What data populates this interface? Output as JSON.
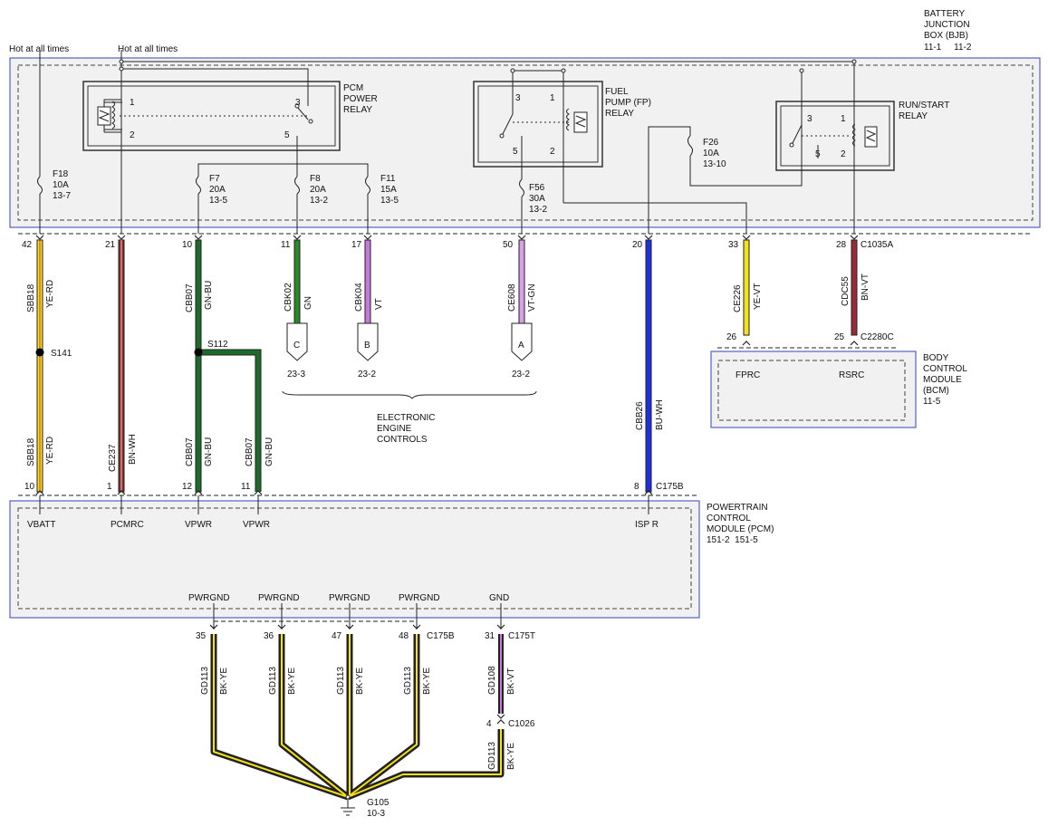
{
  "header": {
    "hot_left": "Hot at all times",
    "hot_right": "Hot at all times"
  },
  "bjb": {
    "title": [
      "BATTERY",
      "JUNCTION",
      "BOX (BJB)"
    ],
    "refs": "11-1     11-2"
  },
  "relays": {
    "pcm": {
      "title": [
        "PCM",
        "POWER",
        "RELAY"
      ],
      "pins": [
        "1",
        "2",
        "3",
        "5"
      ]
    },
    "fuel_pump": {
      "title": [
        "FUEL",
        "PUMP (FP)",
        "RELAY"
      ],
      "pins": [
        "3",
        "1",
        "5",
        "2"
      ]
    },
    "run_start": {
      "title": [
        "RUN/START",
        "RELAY"
      ],
      "pins": [
        "3",
        "1",
        "5",
        "2"
      ]
    }
  },
  "fuses": [
    {
      "id": "F18",
      "rating": "10A",
      "ref": "13-7"
    },
    {
      "id": "F7",
      "rating": "20A",
      "ref": "13-5"
    },
    {
      "id": "F8",
      "rating": "20A",
      "ref": "13-2"
    },
    {
      "id": "F11",
      "rating": "15A",
      "ref": "13-5"
    },
    {
      "id": "F56",
      "rating": "30A",
      "ref": "13-2"
    },
    {
      "id": "F26",
      "rating": "10A",
      "ref": "13-10"
    }
  ],
  "bjb_pins": [
    "42",
    "21",
    "10",
    "11",
    "17",
    "50",
    "20",
    "33",
    "28"
  ],
  "connectors": {
    "c1035a": "C1035A",
    "c2280c": "C2280C",
    "c175b": "C175B",
    "c175b_ground": "C175B",
    "c175t": "C175T",
    "c1026": "C1026"
  },
  "wires": [
    {
      "circuit": "SBB18",
      "color": "YE-RD"
    },
    {
      "circuit": "CE237",
      "color": "BN-WH"
    },
    {
      "circuit": "CBB07",
      "color": "GN-BU"
    },
    {
      "circuit": "CBK02",
      "color": "GN"
    },
    {
      "circuit": "CBK04",
      "color": "VT"
    },
    {
      "circuit": "CE608",
      "color": "VT-GN"
    },
    {
      "circuit": "CBB26",
      "color": "BU-WH"
    },
    {
      "circuit": "CE226",
      "color": "YE-VT"
    },
    {
      "circuit": "CDC55",
      "color": "BN-VT"
    },
    {
      "circuit": "SBB18",
      "color": "YE-RD"
    },
    {
      "circuit": "CBB07",
      "color": "GN-BU"
    },
    {
      "circuit": "CBB07",
      "color": "GN-BU"
    }
  ],
  "splices": {
    "s141": "S141",
    "s112": "S112"
  },
  "eec_refs": [
    {
      "letter": "C",
      "ref": "23-3"
    },
    {
      "letter": "B",
      "ref": "23-2"
    },
    {
      "letter": "A",
      "ref": "23-2"
    }
  ],
  "eec_label": [
    "ELECTRONIC",
    "ENGINE",
    "CONTROLS"
  ],
  "bcm": {
    "title": [
      "BODY",
      "CONTROL",
      "MODULE",
      "(BCM)",
      "11-5"
    ],
    "pins": [
      "26",
      "25"
    ],
    "signals": [
      "FPRC",
      "RSRC"
    ]
  },
  "pcm": {
    "title": [
      "POWERTRAIN",
      "CONTROL",
      "MODULE (PCM)",
      "151-2  151-5"
    ],
    "top_pins": [
      "10",
      "1",
      "12",
      "11",
      "8"
    ],
    "top_signals": [
      "VBATT",
      "PCMRC",
      "VPWR",
      "VPWR",
      "ISP R"
    ],
    "ground_signals": [
      "PWRGND",
      "PWRGND",
      "PWRGND",
      "PWRGND",
      "GND"
    ],
    "ground_pins": [
      "35",
      "36",
      "47",
      "48",
      "31"
    ]
  },
  "grounds": {
    "wires": [
      {
        "circuit": "GD113",
        "color": "BK-YE"
      },
      {
        "circuit": "GD113",
        "color": "BK-YE"
      },
      {
        "circuit": "GD113",
        "color": "BK-YE"
      },
      {
        "circuit": "GD113",
        "color": "BK-YE"
      },
      {
        "circuit": "GD108",
        "color": "BK-VT"
      },
      {
        "circuit": "GD113",
        "color": "BK-YE"
      }
    ],
    "c1026_pin": "4",
    "point": "G105",
    "ref": "10-3"
  }
}
